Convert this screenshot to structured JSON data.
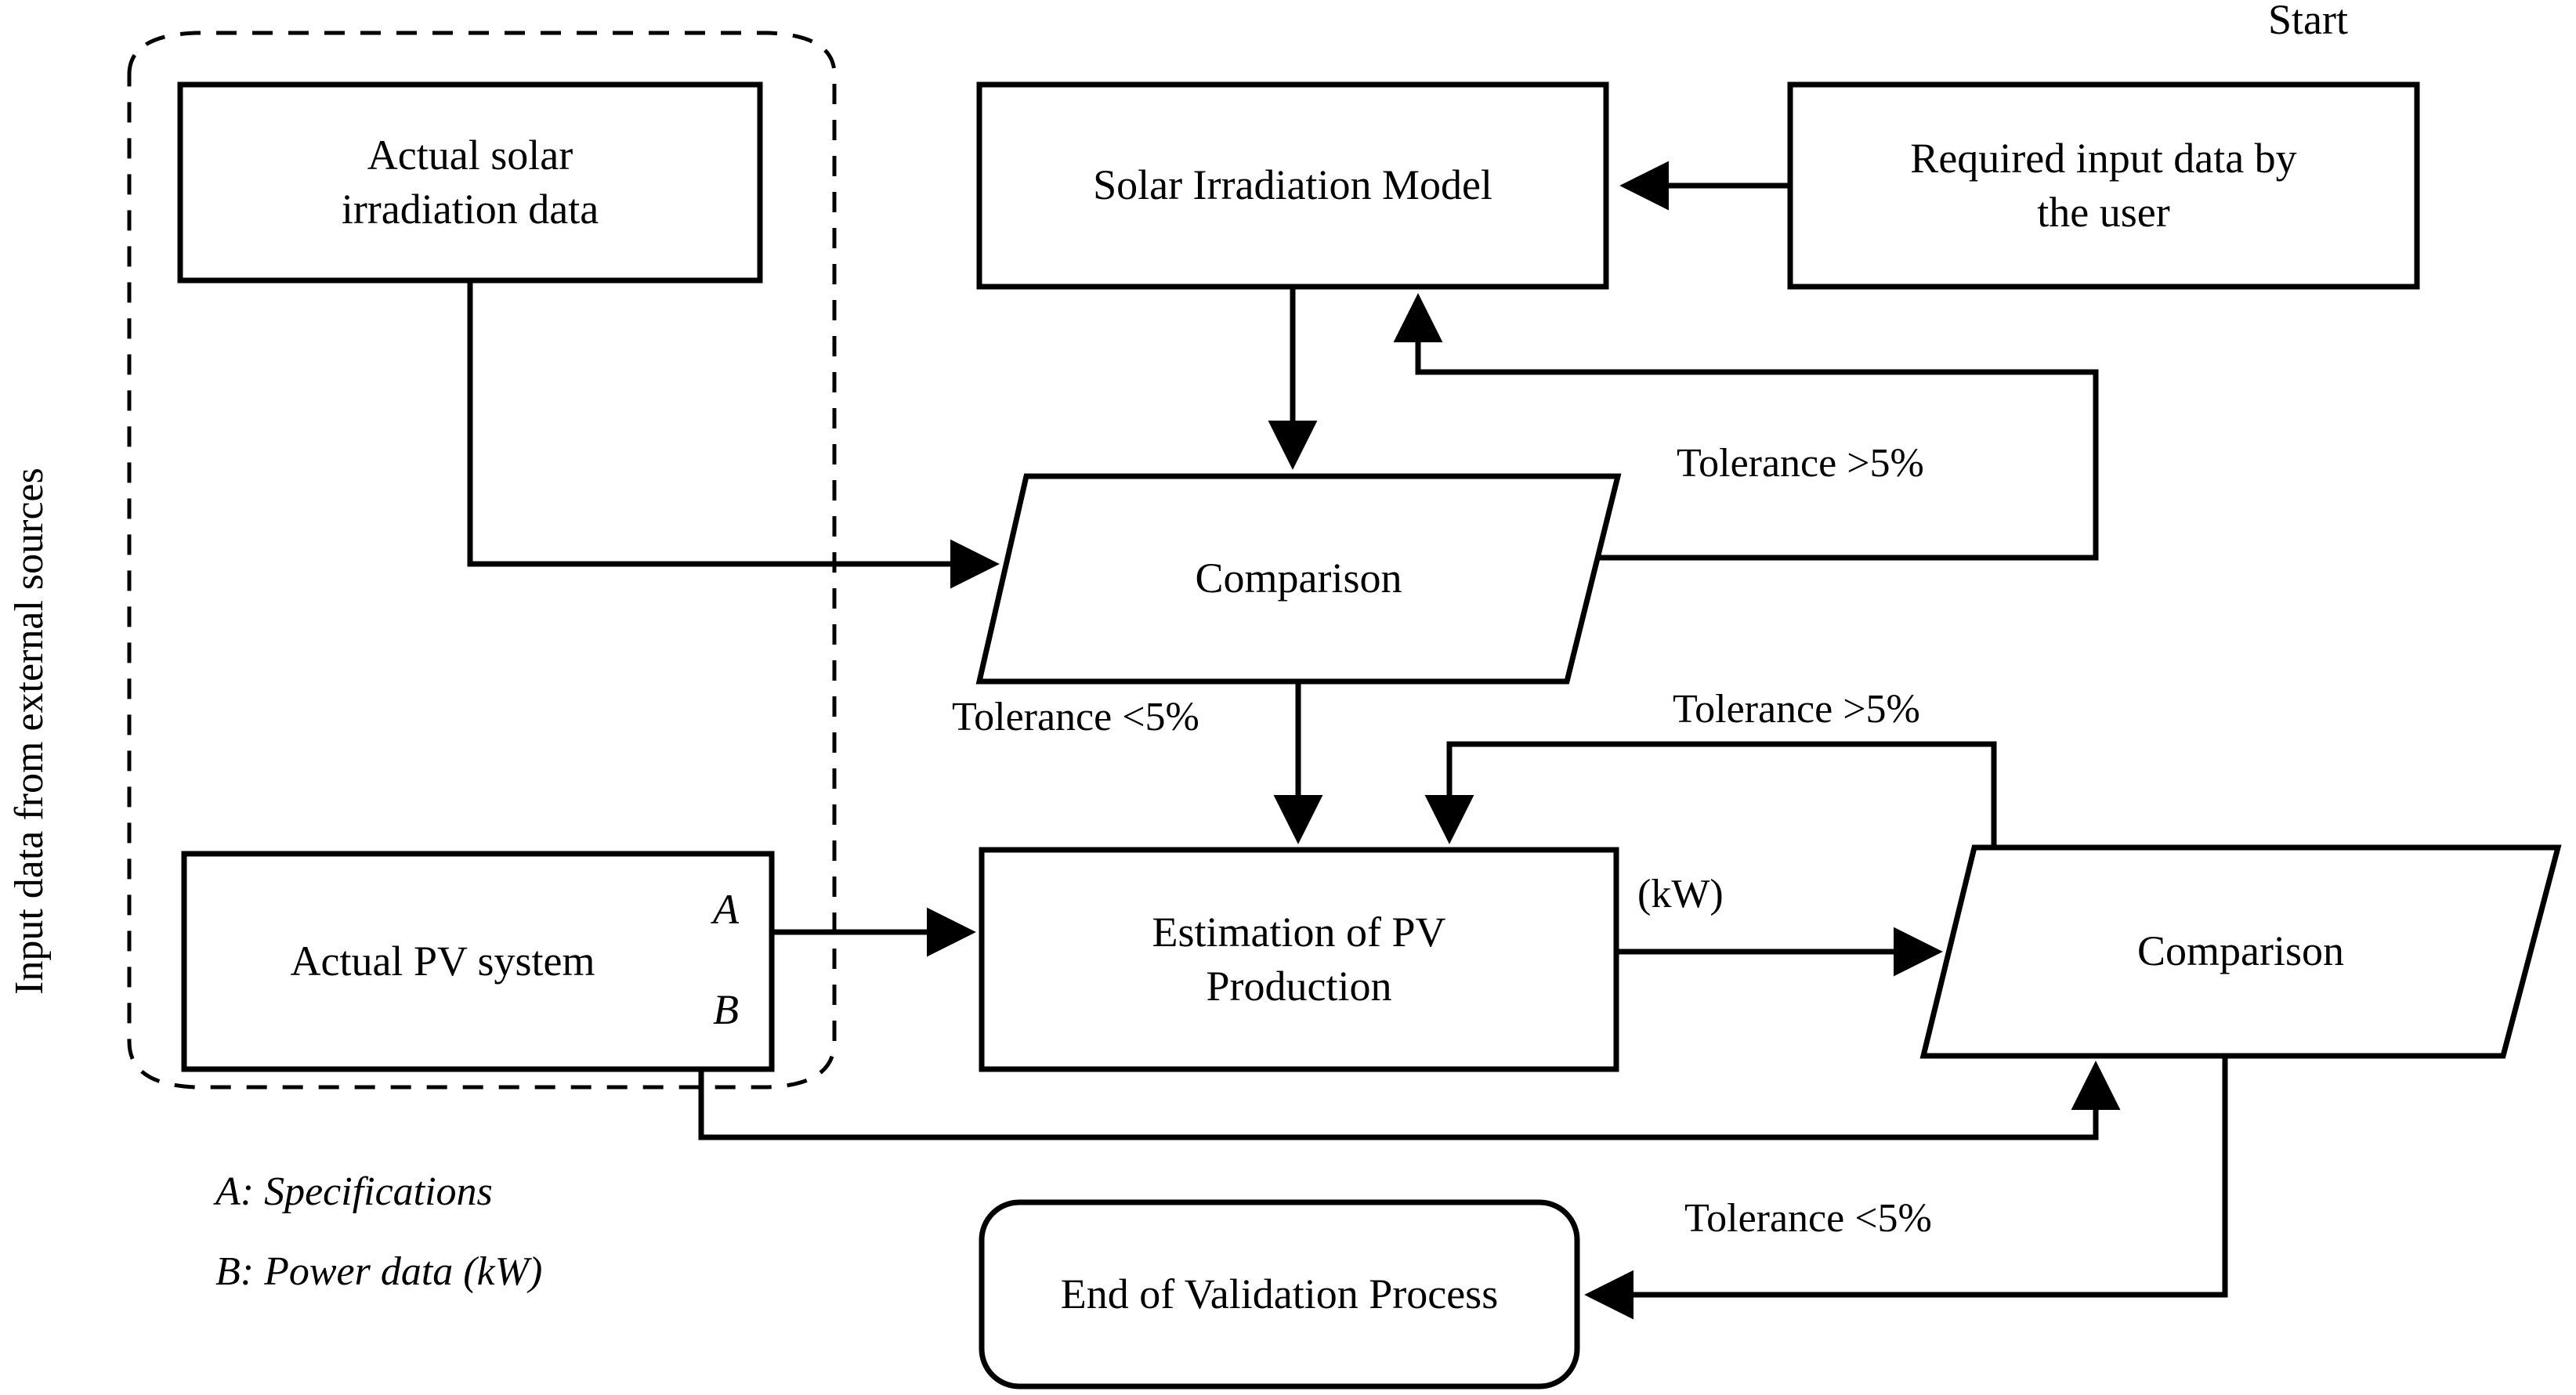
{
  "diagram": {
    "title_label": "Start",
    "group_label": "Input data from external sources",
    "nodes": {
      "actual_solar": "Actual solar\nirradiation data",
      "solar_model": "Solar Irradiation Model",
      "required_input": "Required input data by\nthe user",
      "comparison_top": "Comparison",
      "actual_pv": "Actual PV system",
      "estimation_pv": "Estimation of PV\nProduction",
      "comparison_bottom": "Comparison",
      "end_process": "End of Validation Process"
    },
    "port_labels": {
      "a": "A",
      "b": "B"
    },
    "edge_labels": {
      "tolerance_gt_top": "Tolerance >5%",
      "tolerance_lt_top": "Tolerance <5%",
      "tolerance_gt_bottom": "Tolerance >5%",
      "tolerance_lt_bottom": "Tolerance <5%",
      "kw": "(kW)"
    },
    "legend": {
      "a": "A: Specifications",
      "b": "B: Power data (kW)"
    },
    "colors": {
      "stroke": "#000000",
      "fill": "#ffffff",
      "text": "#000000"
    }
  }
}
